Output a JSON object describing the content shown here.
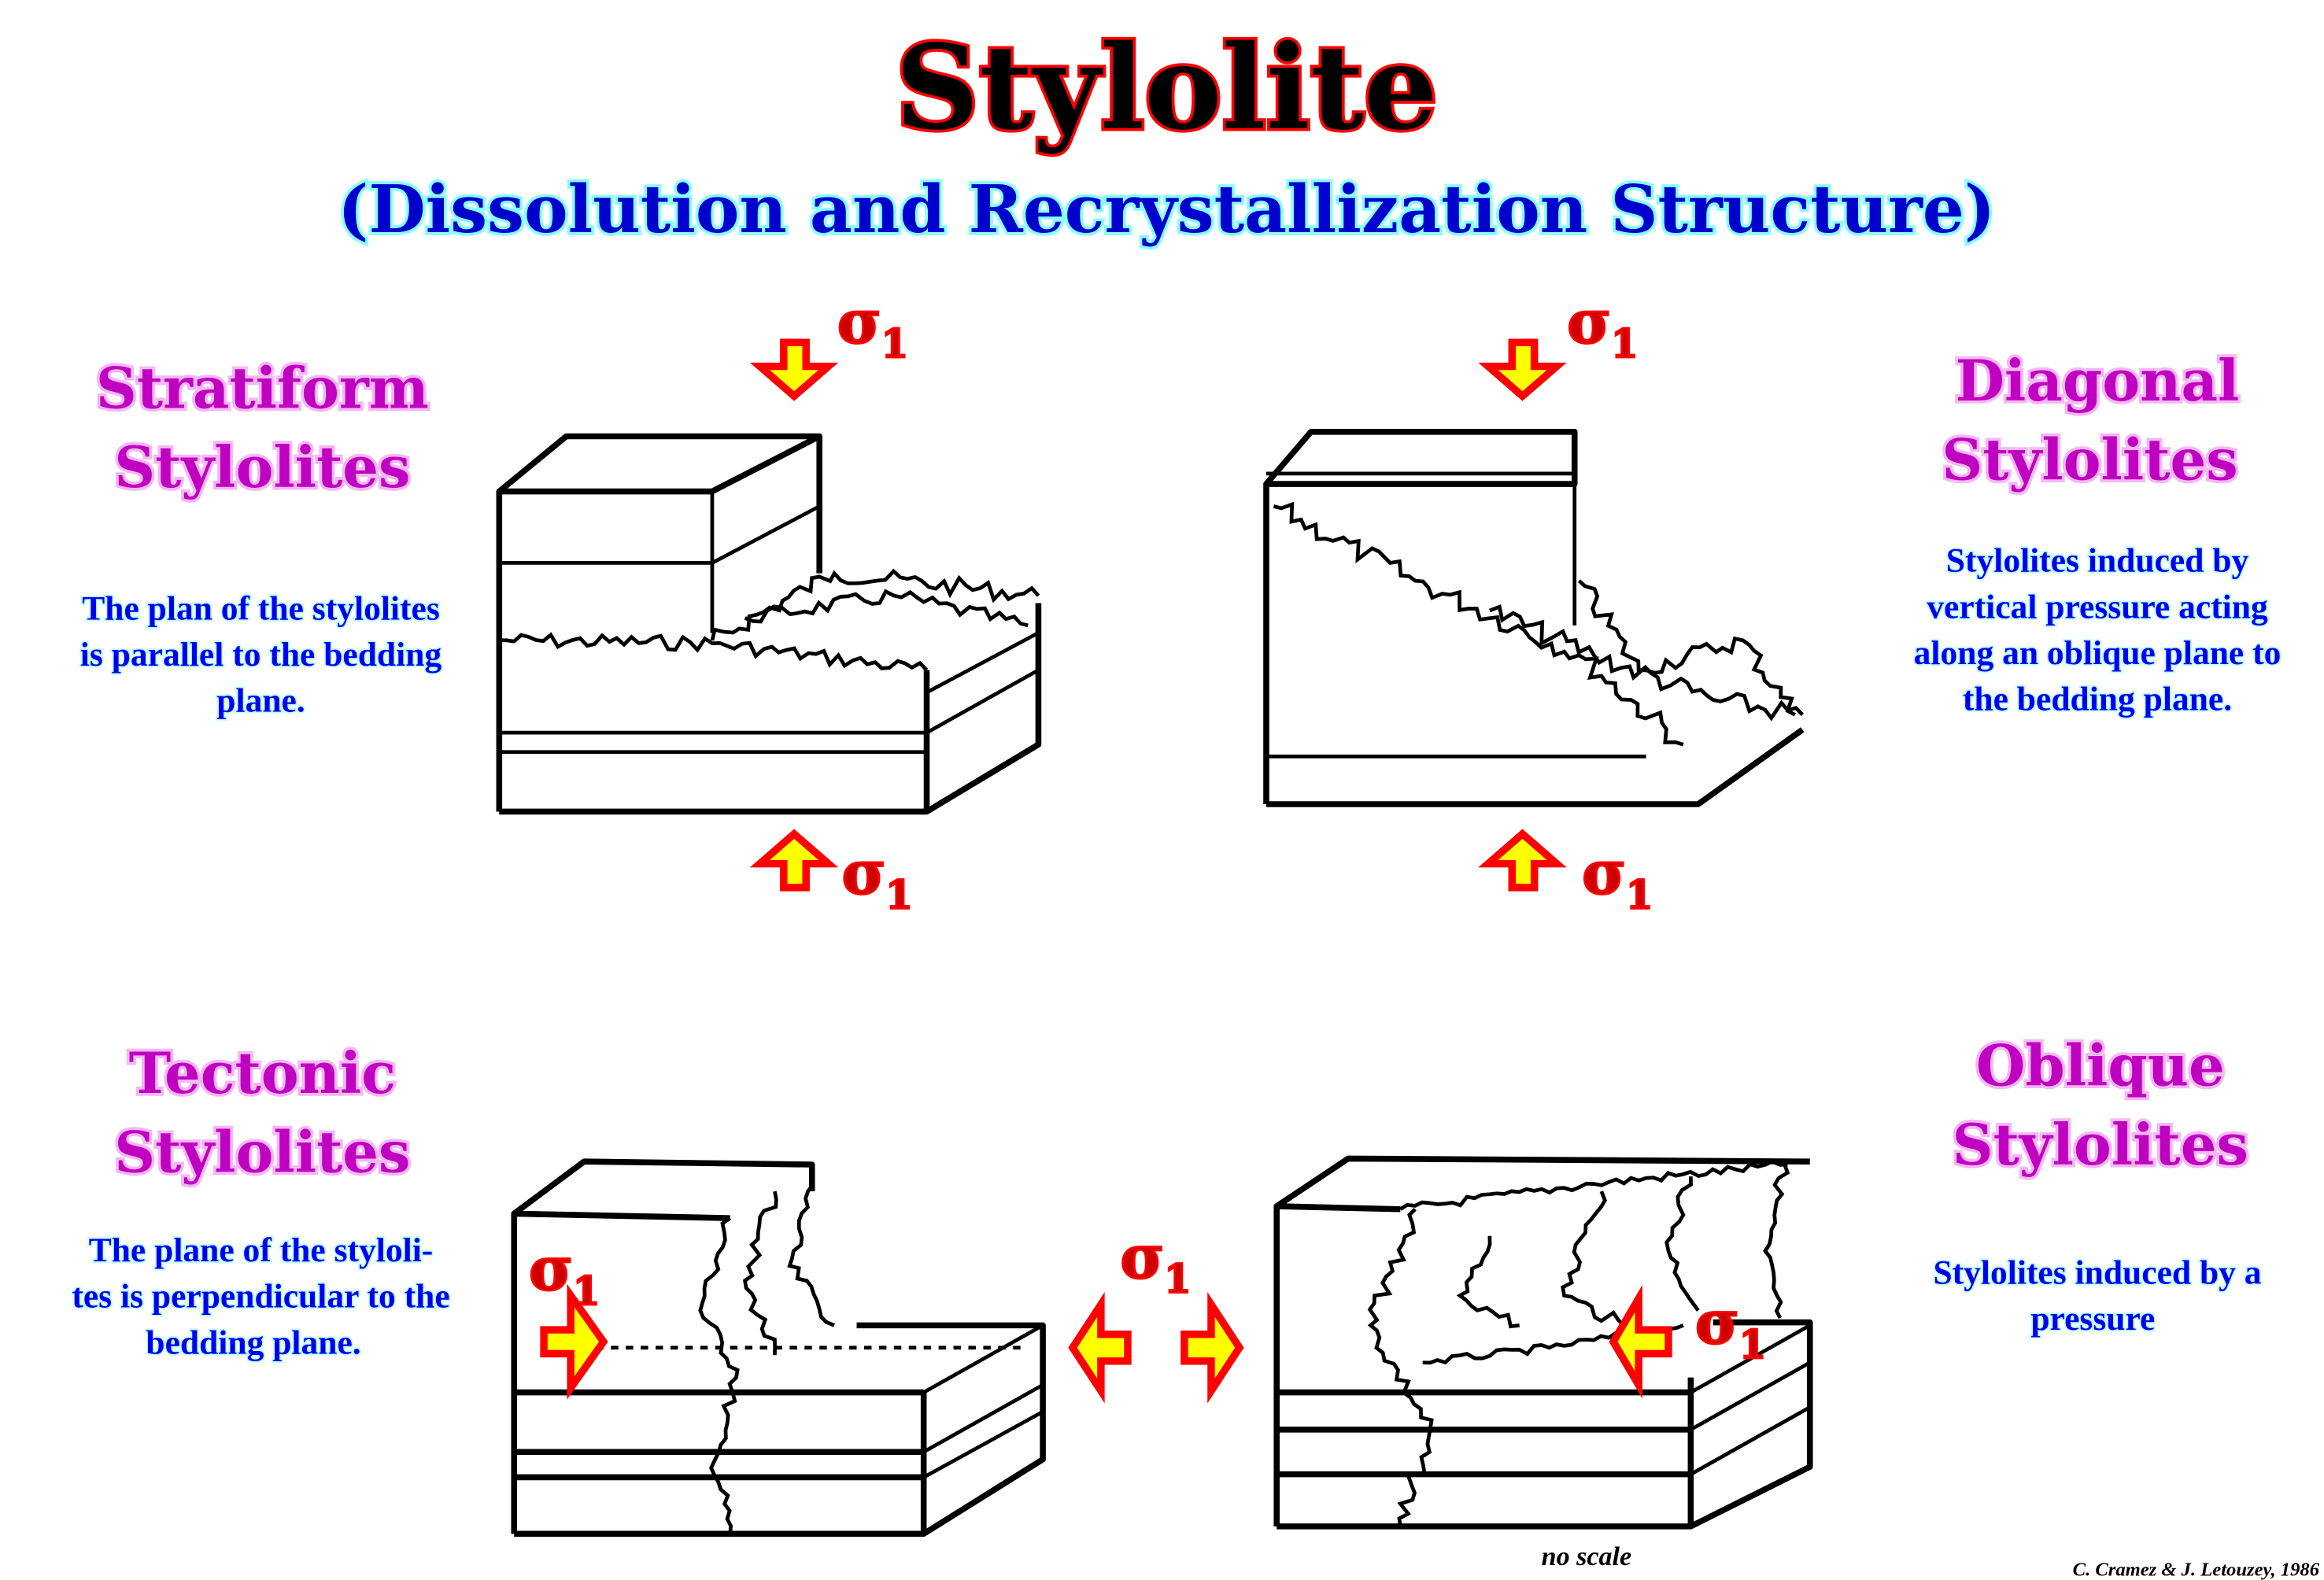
{
  "title": "Stylolite",
  "subtitle": "(Dissolution and Recrystallization Structure)",
  "stress_label": {
    "symbol": "σ",
    "subscript": "1"
  },
  "panels": {
    "stratiform": {
      "heading": [
        "Stratiform",
        "Stylolites"
      ],
      "description": [
        "The plan of the stylolites",
        "is parallel to the bedding",
        "plane."
      ]
    },
    "diagonal": {
      "heading": [
        "Diagonal",
        "Stylolites"
      ],
      "description": [
        "Stylolites induced by",
        "vertical pressure acting",
        "along an oblique plane to",
        "the bedding plane."
      ]
    },
    "tectonic": {
      "heading": [
        "Tectonic",
        "Stylolites"
      ],
      "description": [
        "The plane of the styloli-",
        "tes is perpendicular to the",
        "bedding plane."
      ]
    },
    "oblique": {
      "heading": [
        "Oblique",
        "Stylolites"
      ],
      "description": [
        "Stylolites induced by a",
        "pressure"
      ]
    }
  },
  "scale_note": "no scale",
  "credit": "C. Cramez & J. Letouzey, 1986",
  "colors": {
    "arrow_fill": "#ffff00",
    "arrow_stroke": "#ff0000",
    "title_stroke": "#ff0000",
    "subtitle": "#0000cc",
    "heading": "#c000c0",
    "description": "#0000ee"
  }
}
